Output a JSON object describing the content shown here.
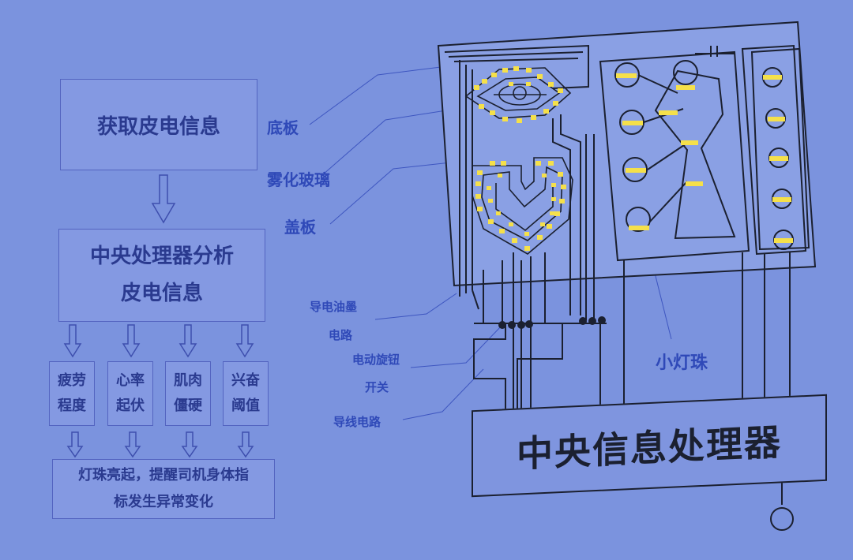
{
  "flowchart": {
    "step1": "获取皮电信息",
    "step2_line1": "中央处理器分析",
    "step2_line2": "皮电信息",
    "indicators": [
      {
        "line1": "疲劳",
        "line2": "程度"
      },
      {
        "line1": "心率",
        "line2": "起伏"
      },
      {
        "line1": "肌肉",
        "line2": "僵硬"
      },
      {
        "line1": "兴奋",
        "line2": "阈值"
      }
    ],
    "result_line1": "灯珠亮起，提醒司机身体指",
    "result_line2": "标发生异常变化"
  },
  "labels": {
    "base_plate": "底板",
    "frosted_glass": "雾化玻璃",
    "cover_plate": "盖板",
    "conductive_ink": "导电油墨",
    "circuit": "电路",
    "rotary_knob": "电动旋钮",
    "switch": "开关",
    "wire_circuit": "导线电路",
    "small_bead": "小灯珠",
    "cpu": "中央信息处理器"
  },
  "colors": {
    "background": "#7b93de",
    "box_border": "#5364c0",
    "box_text": "#2a3a8f",
    "label_text": "#2f49b8",
    "line_dark": "#1b2030",
    "bead_yellow": "#f5e04a"
  }
}
